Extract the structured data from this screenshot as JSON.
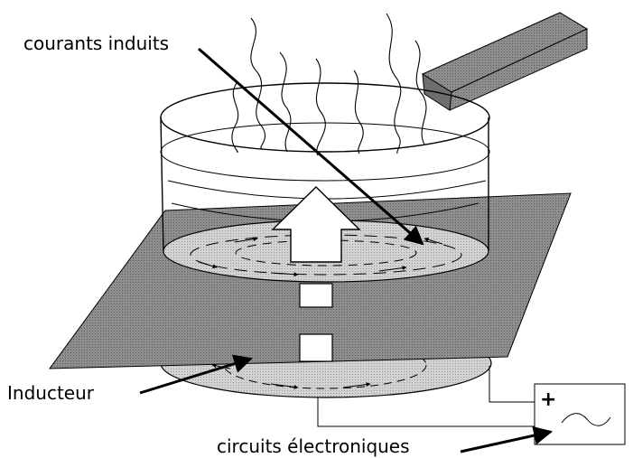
{
  "labels": {
    "courants_induits": "courants induits",
    "inducteur": "Inducteur",
    "circuits_electroniques": "circuits électroniques"
  },
  "source": {
    "plus_sign": "+",
    "symbol": "ac-wave-icon"
  },
  "colors": {
    "plate_fill": "#8a8a8a",
    "handle_fill": "#8a8a8a",
    "coil_fill": "#cfcfcf",
    "line": "#000000",
    "background": "#ffffff"
  }
}
